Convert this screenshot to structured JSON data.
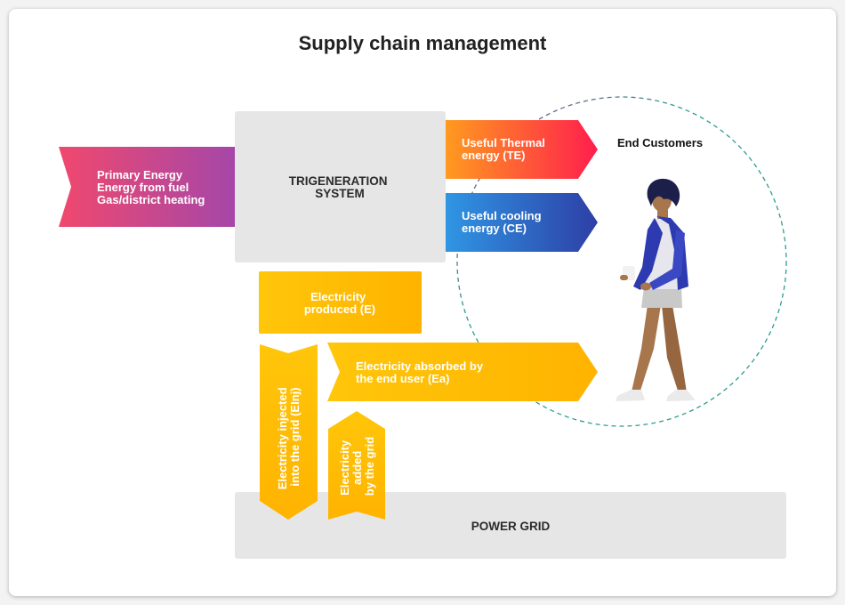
{
  "title": "Supply chain management",
  "trigeneration": {
    "lines": [
      "TRIGENERATION",
      "SYSTEM"
    ]
  },
  "primary_energy": {
    "lines": [
      "Primary Energy",
      "Energy from fuel",
      "Gas/district heating"
    ]
  },
  "thermal": {
    "lines": [
      "Useful Thermal",
      "energy (TE)"
    ]
  },
  "cooling": {
    "lines": [
      "Useful cooling",
      "energy (CE)"
    ]
  },
  "electricity_produced": {
    "lines": [
      "Electricity",
      "produced (E)"
    ]
  },
  "electricity_absorbed": {
    "lines": [
      "Electricity absorbed by",
      "the end user (Ea)"
    ]
  },
  "electricity_injected": {
    "lines": [
      "Electricity injected",
      "into the grid (EInj)"
    ]
  },
  "electricity_added": {
    "lines": [
      "Electricity",
      "added",
      "by the grid"
    ]
  },
  "power_grid": {
    "label": "POWER GRID"
  },
  "end_customers": {
    "label": "End Customers"
  },
  "colors": {
    "box_grey": "#e6e6e6",
    "primary_gradient": [
      "#f0486e",
      "#a547a8"
    ],
    "thermal_gradient": [
      "#ff9a1f",
      "#ff1e4d"
    ],
    "cooling_gradient": [
      "#2f96e4",
      "#2e3fa6"
    ],
    "electricity": "#ffc107",
    "circle_dash": [
      "#2a9d8f",
      "#9b3e8f"
    ],
    "person_jacket": "#2e3bb0",
    "person_skin": "#a7764c",
    "person_hair": "#1c1f4a"
  }
}
